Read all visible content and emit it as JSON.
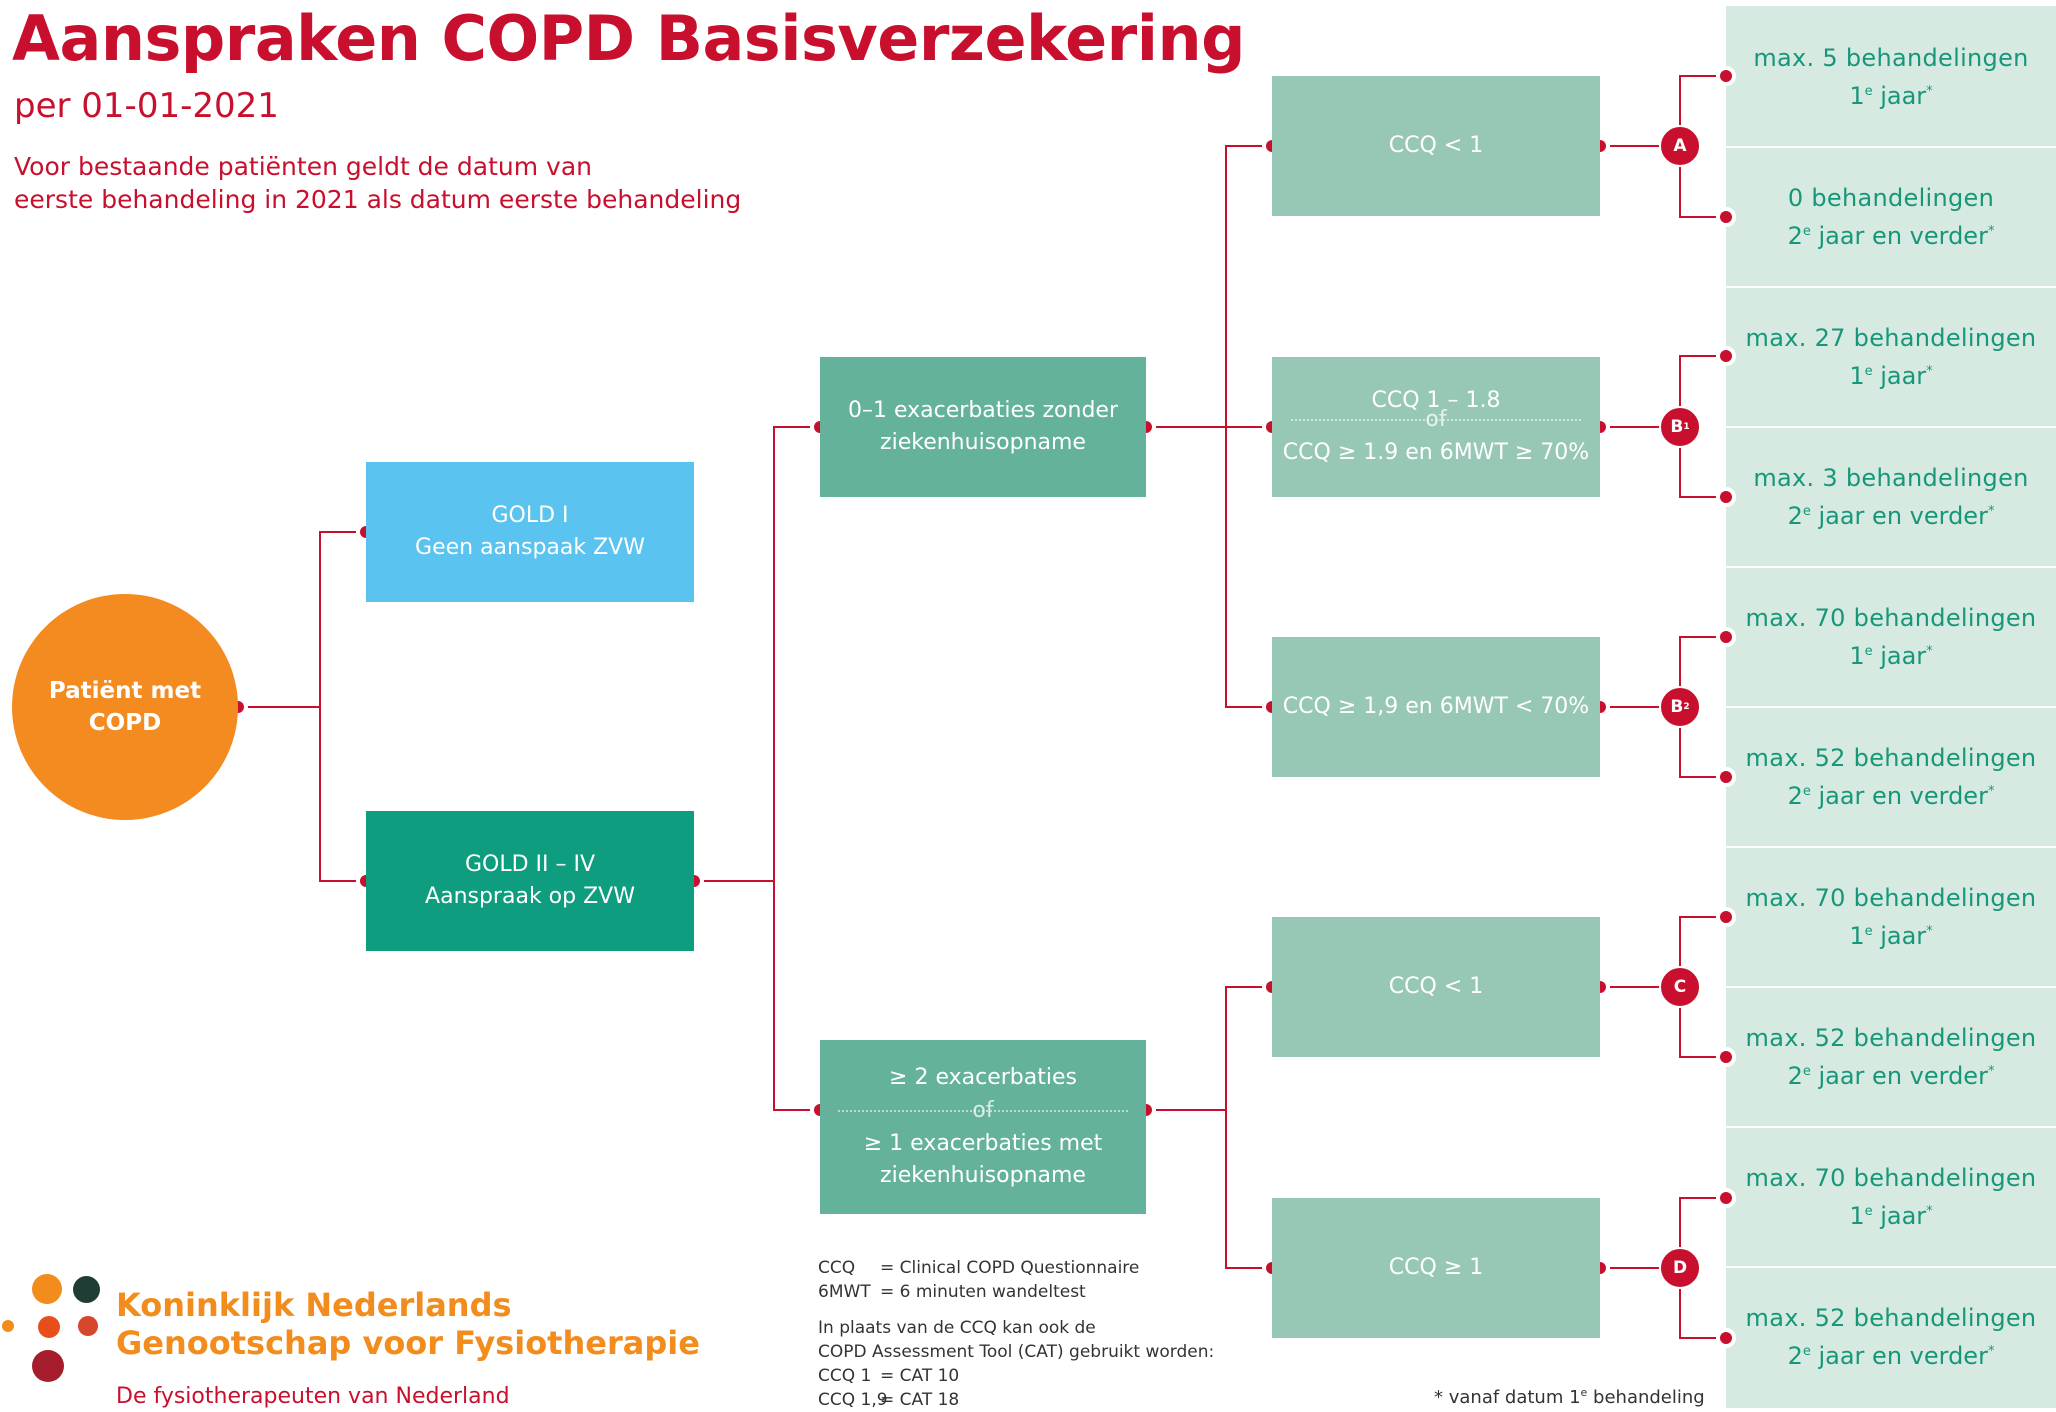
{
  "header": {
    "title": "Aanspraken COPD Basisverzekering",
    "subtitle": "per 01-01-2021",
    "note_line1": "Voor bestaande patiënten geldt de datum van",
    "note_line2": "eerste behandeling in 2021 als datum eerste behandeling"
  },
  "colors": {
    "brand_red": "#c8102e",
    "orange": "#f38b20",
    "gold1_blue": "#5ac3ef",
    "gold2_green": "#0e9e7f",
    "level2_green": "#64b29c",
    "level3_green": "#97c8b6",
    "outcome_bg": "#d7eae1",
    "outcome_text": "#17977a"
  },
  "patient": {
    "line1": "Patiënt met",
    "line2": "COPD"
  },
  "gold": {
    "gold1": {
      "line1": "GOLD I",
      "line2": "Geen aanspaak ZVW"
    },
    "gold2": {
      "line1": "GOLD II – IV",
      "line2": "Aanspraak op ZVW"
    }
  },
  "exacerbations": {
    "low": {
      "line1": "0–1 exacerbaties zonder",
      "line2": "ziekenhuisopname"
    },
    "high": {
      "line1": "≥ 2 exacerbaties",
      "or": "of",
      "line2": "≥ 1 exacerbaties met",
      "line3": "ziekenhuisopname"
    }
  },
  "ccq": {
    "a": "CCQ < 1",
    "b1_top": "CCQ 1 – 1.8",
    "b1_or": "of",
    "b1_bottom": "CCQ ≥ 1.9 en 6MWT ≥ 70%",
    "b2": "CCQ ≥ 1,9 en 6MWT < 70%",
    "c": "CCQ < 1",
    "d": "CCQ ≥ 1"
  },
  "badges": {
    "a": "A",
    "b1": "B",
    "b1_sup": "1",
    "b2": "B",
    "b2_sup": "2",
    "c": "C",
    "d": "D"
  },
  "outcomes": {
    "a_first": "max. 5 behandelingen",
    "a_next": "0 behandelingen",
    "b1_first": "max. 27 behandelingen",
    "b1_next": "max. 3 behandelingen",
    "b2_first": "max. 70 behandelingen",
    "b2_next": "max. 52 behandelingen",
    "c_first": "max. 70 behandelingen",
    "c_next": "max. 52 behandelingen",
    "d_first": "max. 70 behandelingen",
    "d_next": "max. 52 behandelingen",
    "year1_num": "1",
    "year1_sup": "e",
    "year1_text": " jaar",
    "year2_num": "2",
    "year2_sup": "e",
    "year2_text": " jaar en verder",
    "star": "*"
  },
  "legend": {
    "ccq_key": "CCQ",
    "ccq_val": "=  Clinical COPD Questionnaire",
    "mwt_key": "6MWT",
    "mwt_val": "=  6 minuten wandeltest",
    "line3": "In plaats van de CCQ kan ook de",
    "line4": "COPD Assessment Tool (CAT) gebruikt worden:",
    "map1_key": "CCQ 1",
    "map1_val": "=  CAT 10",
    "map2_key": "CCQ 1,9",
    "map2_val": "=  CAT 18"
  },
  "footnote": {
    "star": "* vanaf datum 1",
    "sup": "e",
    "text": " behandeling"
  },
  "logo": {
    "line1": "Koninklijk Nederlands",
    "line2": "Genootschap voor Fysiotherapie",
    "tagline": "De fysiotherapeuten van Nederland",
    "dot_colors": [
      "#f28c1c",
      "#1f3d34",
      "#e84e1b",
      "#c8102e",
      "#d6462a",
      "#a61e2d"
    ]
  }
}
